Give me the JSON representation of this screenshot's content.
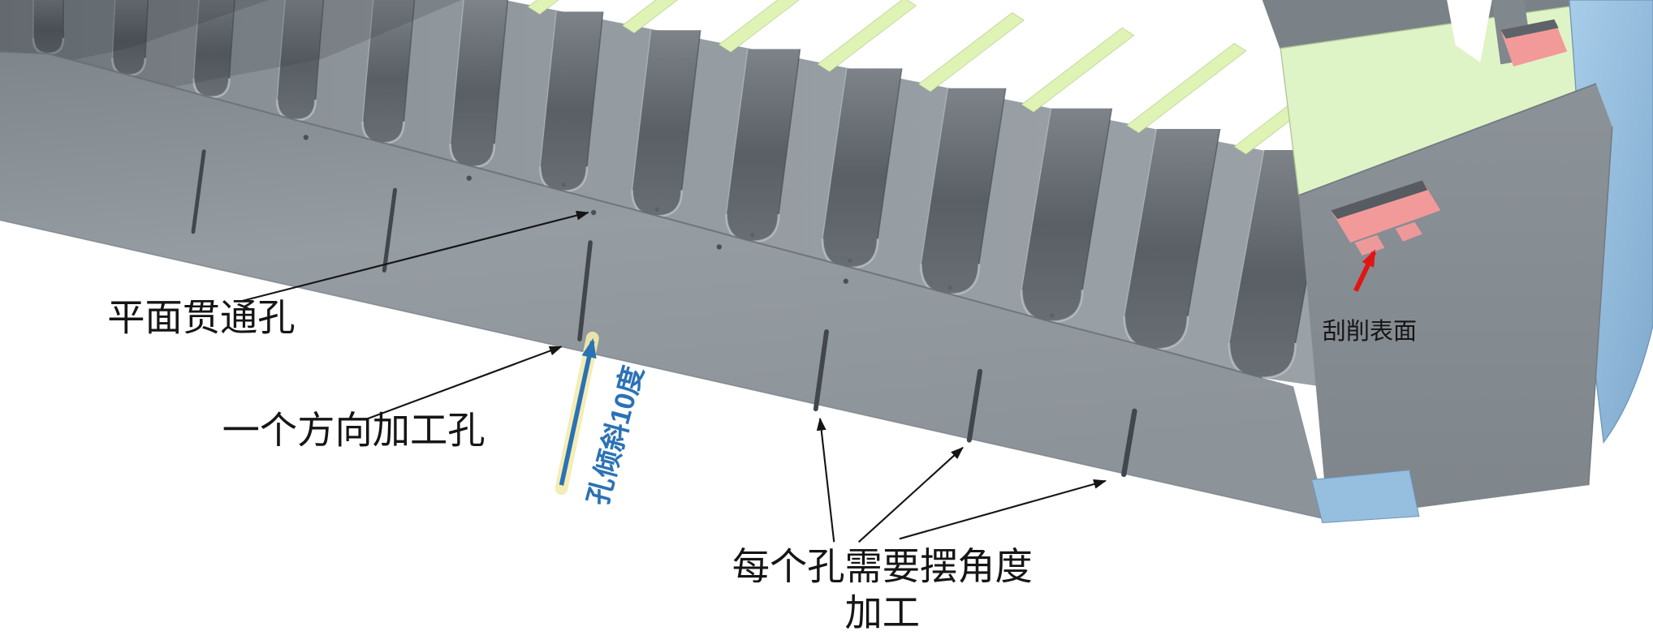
{
  "annotations": {
    "planar_hole": {
      "label": "平面贯通孔"
    },
    "one_direction_hole": {
      "label": "一个方向加工孔"
    },
    "hole_tilt": {
      "label": "孔倾斜10度"
    },
    "swing_angle": {
      "line1": "每个孔需要摆角度",
      "line2": "加工"
    },
    "scraped_surface": {
      "label": "刮削表面"
    }
  },
  "colors": {
    "background": "#ffffff",
    "body_gray": "#8f969c",
    "fin_top_green": "#def3b4",
    "floor_green": "#dff4c6",
    "pink": "#f29a9a",
    "side_blue": "#96bede",
    "annotation_blue": "#2b72b5",
    "annotation_red": "#e21414",
    "annotation_black": "#151515"
  }
}
